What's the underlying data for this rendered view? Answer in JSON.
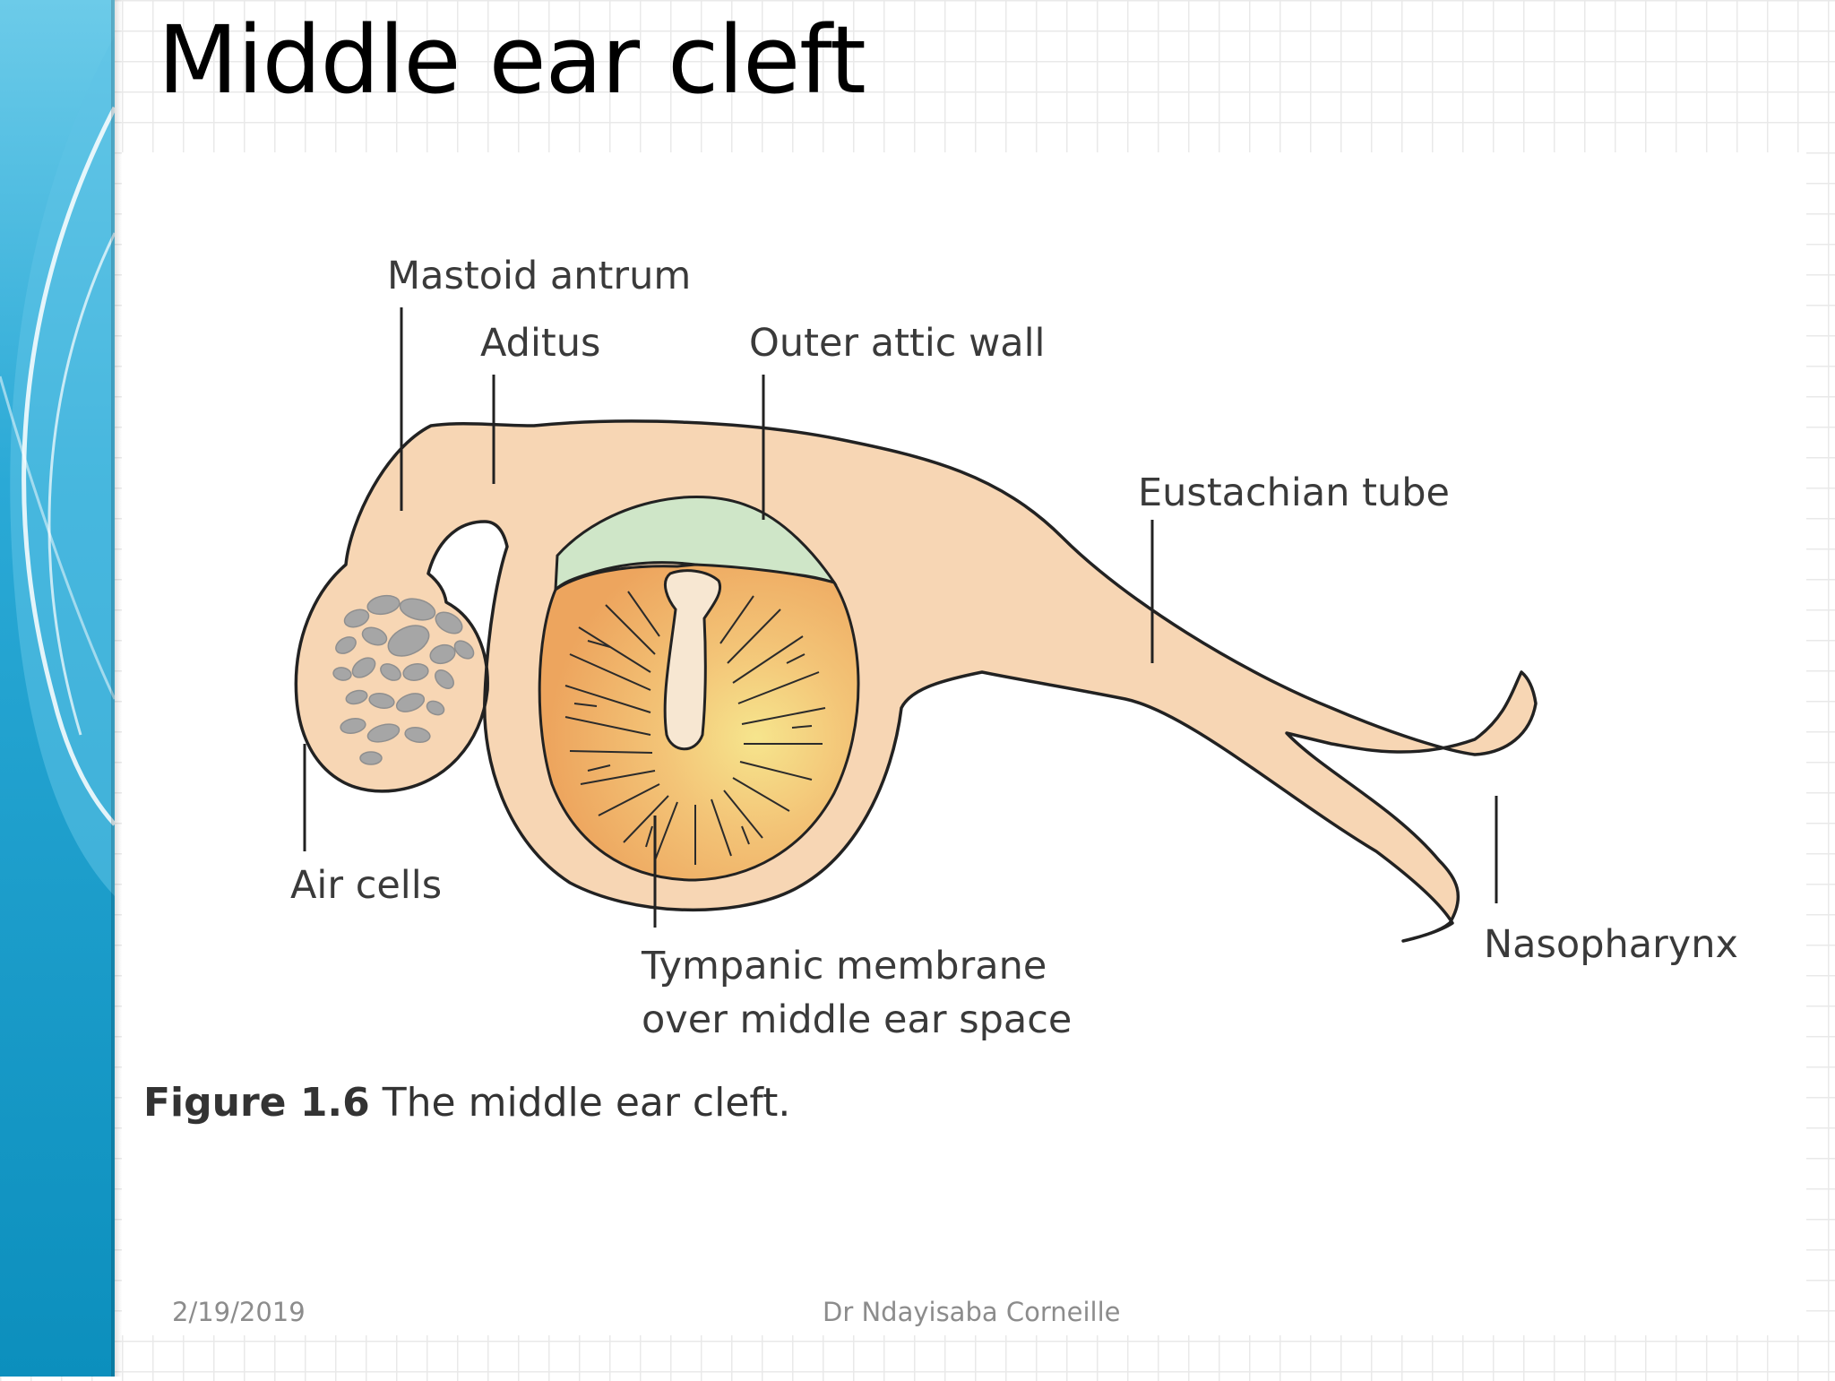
{
  "slide": {
    "title": "Middle ear cleft",
    "footer_date": "2/19/2019",
    "footer_author": "Dr Ndayisaba Corneille"
  },
  "figure": {
    "labels": {
      "mastoid_antrum": "Mastoid antrum",
      "aditus": "Aditus",
      "outer_attic_wall": "Outer attic wall",
      "eustachian_tube": "Eustachian tube",
      "air_cells": "Air cells",
      "tympanic_line1": "Tympanic membrane",
      "tympanic_line2": "over middle ear space",
      "nasopharynx": "Nasopharynx"
    },
    "caption_number": "Figure 1.6",
    "caption_text": "The middle ear cleft."
  },
  "colors": {
    "body_fill": "#f7d6b4",
    "attic_green": "#cfe6c8",
    "membrane_orange": "#eda55e",
    "membrane_yellow": "#f6e58d",
    "air_cell_gray": "#a6a6a6",
    "sidebar_blue": "#1a9fcc",
    "outline": "#222222"
  }
}
